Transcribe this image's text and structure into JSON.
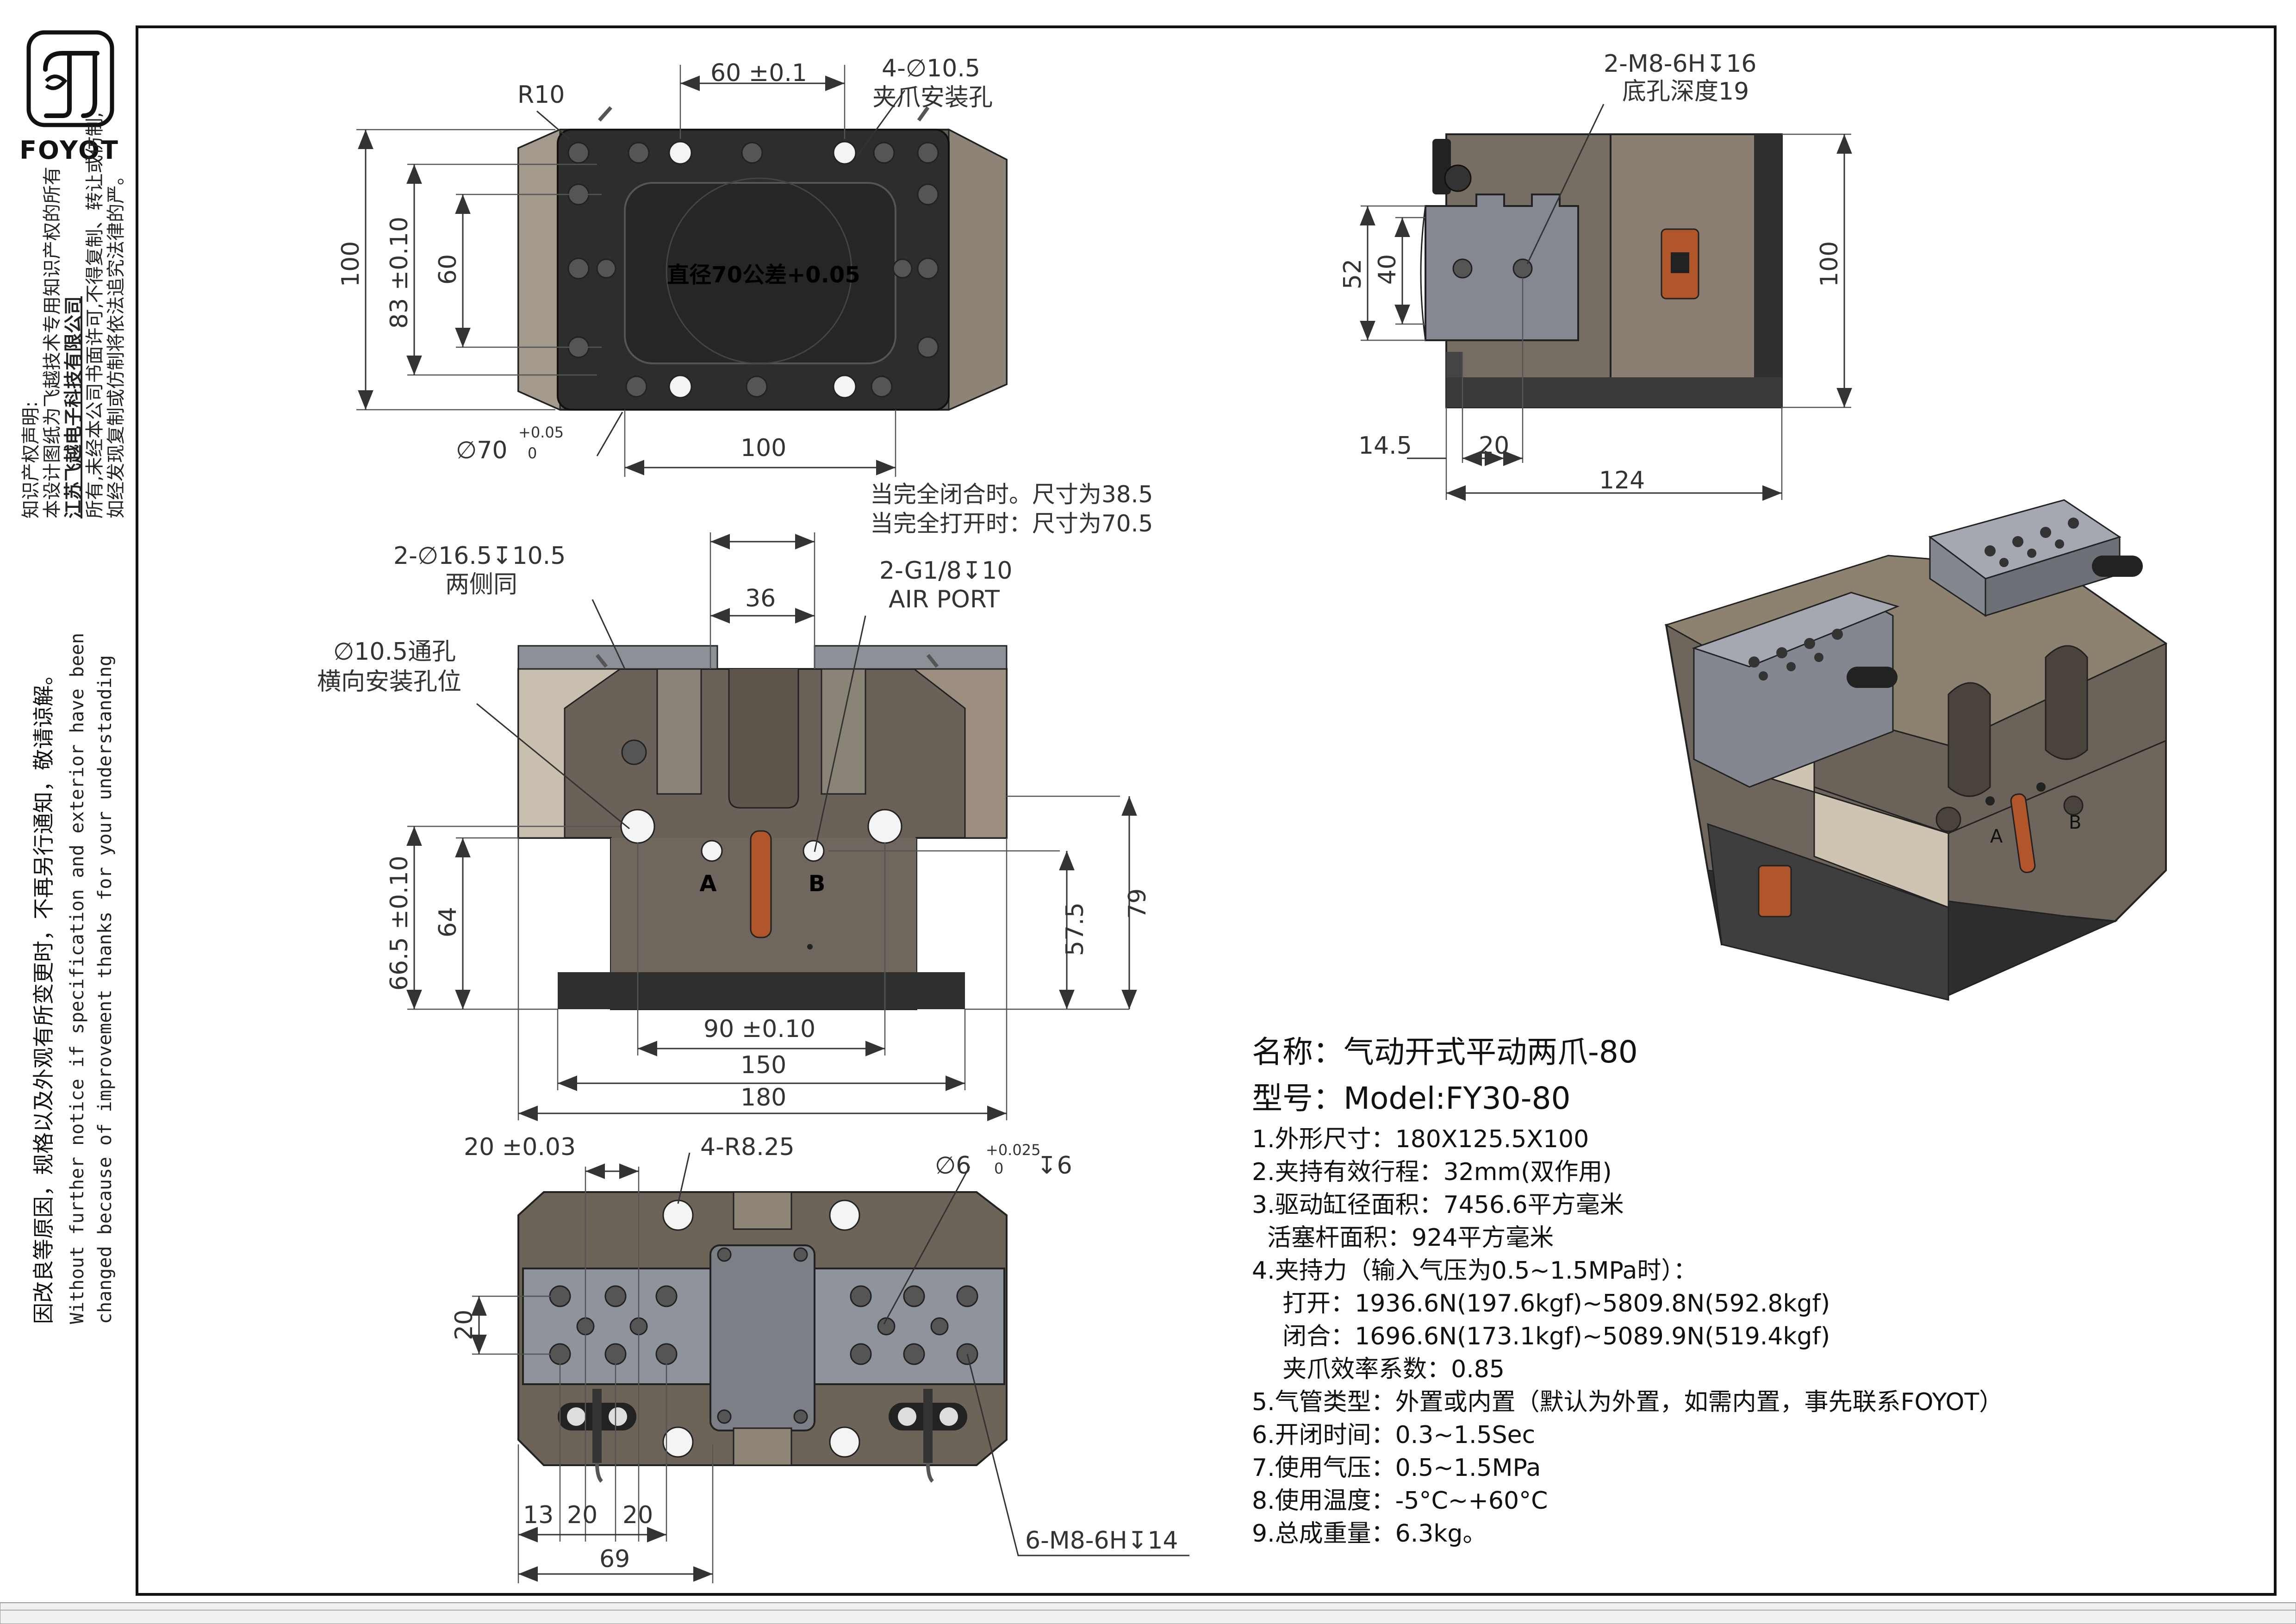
{
  "brand": {
    "name": "FOYOT"
  },
  "side_notice": {
    "ip_title": "知识产权声明:",
    "ip_line1": "本设计图纸为飞越技术专用知识产权的所有",
    "ip_company": "江苏飞越电子科技有限公司",
    "ip_line2": "所有,未经本公司书面许可,不得复制、转让或仿制,",
    "ip_line3": "如经发现复制或仿制将依法追究法律的严。",
    "cn_notice": "因改良等原因，规格以及外观有所变更时，不再另行通知，敬请谅解。",
    "en_line1": "Without further notice if specification and exterior have been",
    "en_line2": "changed because of improvement thanks for your understanding"
  },
  "top_view": {
    "dim_60": "60 ±0.1",
    "holes_label": "4-∅10.5",
    "holes_sub": "夹爪安装孔",
    "r10": "R10",
    "dim_100v": "100",
    "dim_83": "83 ±0.10",
    "dim_60v": "60",
    "center_text": "直径70公差+0.05",
    "phi70": "∅70",
    "phi70_tol_up": "+0.05",
    "phi70_tol_low": "0",
    "dim_100h": "100"
  },
  "side_view": {
    "thread_label": "2-M8-6H↧16",
    "thread_sub": "底孔深度19",
    "dim_52": "52",
    "dim_40": "40",
    "dim_100": "100",
    "dim_14_5": "14.5",
    "dim_20": "20",
    "dim_124": "124"
  },
  "front_view": {
    "closed_note": "当完全闭合时。尺寸为38.5",
    "open_note": "当完全打开时：尺寸为70.5",
    "hole2_label": "2-∅16.5↧10.5",
    "hole2_sub": "两侧同",
    "port_label": "2-G1/8↧10",
    "port_sub": "AIR PORT",
    "dim_36": "36",
    "through_label": "∅10.5通孔",
    "through_sub": "横向安装孔位",
    "port_a": "A",
    "port_b": "B",
    "dim_66_5": "66.5 ±0.10",
    "dim_64": "64",
    "dim_57_5": "57.5",
    "dim_79": "79",
    "dim_90": "90 ±0.10",
    "dim_150": "150",
    "dim_180": "180"
  },
  "bottom_view": {
    "dim_20tol": "20 ±0.03",
    "r825": "4-R8.25",
    "phi6": "∅6",
    "phi6_tol_up": "+0.025",
    "phi6_tol_low": "0",
    "phi6_depth": "↧6",
    "dim_20v": "20",
    "dim_13": "13",
    "dim_20a": "20",
    "dim_20b": "20",
    "dim_69": "69",
    "thread6": "6-M8-6H↧14"
  },
  "specs": {
    "name_line": "名称：气动开式平动两爪-80",
    "model_line": "型号：Model:FY30-80",
    "items": [
      "1.外形尺寸：180X125.5X100",
      "2.夹持有效行程：32mm(双作用)",
      "3.驱动缸径面积：7456.6平方毫米",
      "  活塞杆面积：924平方毫米",
      "4.夹持力（输入气压为0.5~1.5MPa时）：",
      "    打开：1936.6N(197.6kgf)~5809.8N(592.8kgf)",
      "    闭合：1696.6N(173.1kgf)~5089.9N(519.4kgf)",
      "    夹爪效率系数：0.85",
      "5.气管类型：外置或内置（默认为外置，如需内置，事先联系FOYOT）",
      "6.开闭时间：0.3~1.5Sec",
      "7.使用气压：0.5~1.5MPa",
      "8.使用温度：-5°C~+60°C",
      "9.总成重量：6.3kg。"
    ]
  },
  "colors": {
    "body": "#6b6259",
    "body_light": "#b9ad9b",
    "plate_dark": "#2b2b2b",
    "jaw_gray": "#7f8289",
    "orange_label": "#b0562a"
  }
}
